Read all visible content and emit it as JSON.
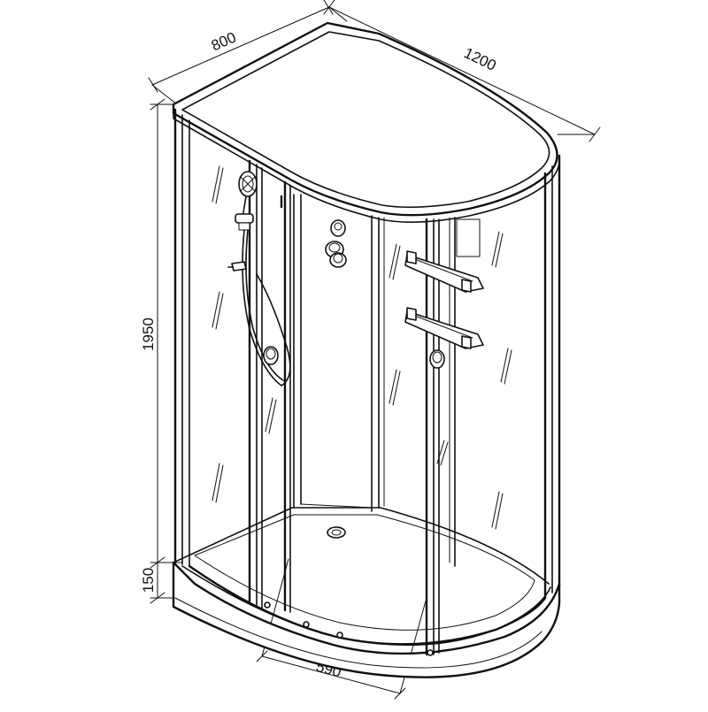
{
  "drawing": {
    "subject": "shower-cabin",
    "dimensions": {
      "depth": "800",
      "width": "1200",
      "height": "1950",
      "tray_height": "150",
      "door_width": "590"
    }
  }
}
